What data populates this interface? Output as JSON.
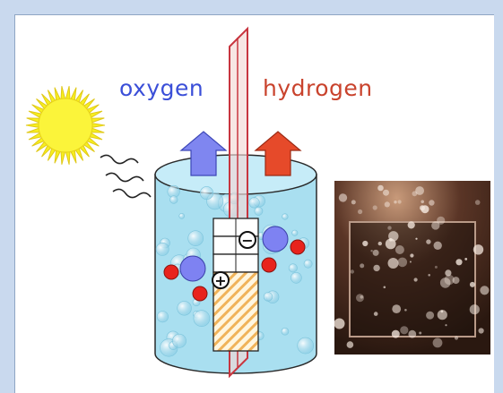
{
  "labels": {
    "oxygen": "oxygen",
    "hydrogen": "hydrogen"
  },
  "terminals": {
    "negative": "−",
    "positive": "+"
  },
  "colors": {
    "oxygen_text": "#3b4fd8",
    "hydrogen_text": "#c9432d",
    "oxygen_arrow": "#7f86f0",
    "hydrogen_arrow": "#e64a2a",
    "oxygen_atom": "#7e82f2",
    "hydrogen_atom": "#e8231d",
    "sun": "#f7ef1e",
    "water": "#a9dff0",
    "electrode_plate": "#c8353f"
  },
  "icons": [
    "sun-icon",
    "light-wave-icon",
    "oxygen-up-arrow-icon",
    "hydrogen-up-arrow-icon",
    "water-molecule-icon",
    "bubbling-electrode-photo"
  ]
}
